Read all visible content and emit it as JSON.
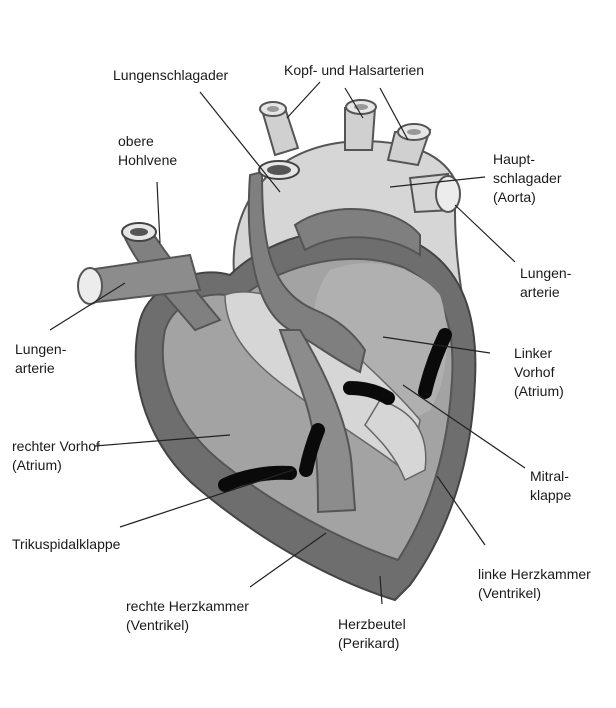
{
  "labels": {
    "lungenschlagader": "Lungenschlagader",
    "kopf_halsarterien": "Kopf- und Halsarterien",
    "obere_hohlvene": "obere\nHohlvene",
    "aorta": "Haupt-\nschlagader\n(Aorta)",
    "lungenarterie_rechts": "Lungen-\narterie",
    "lungenarterie_links": "Lungen-\narterie",
    "linker_vorhof": "Linker\nVorhof\n(Atrium)",
    "rechter_vorhof": "rechter Vorhof\n(Atrium)",
    "mitralklappe": "Mitral-\nklappe",
    "trikuspidalklappe": "Trikuspidalklappe",
    "linke_herzkammer": "linke Herzkammer\n(Ventrikel)",
    "rechte_herzkammer": "rechte Herzkammer\n(Ventrikel)",
    "herzbeutel": "Herzbeutel\n(Perikard)"
  },
  "colors": {
    "outline": "#4a4a4a",
    "pericardium": "#6e6e6e",
    "chamber": "#9f9f9f",
    "vessel": "#8c8c8c",
    "aorta": "#d6d6d6",
    "vessel_light": "#cfcfcf",
    "valve": "#0a0a0a"
  }
}
